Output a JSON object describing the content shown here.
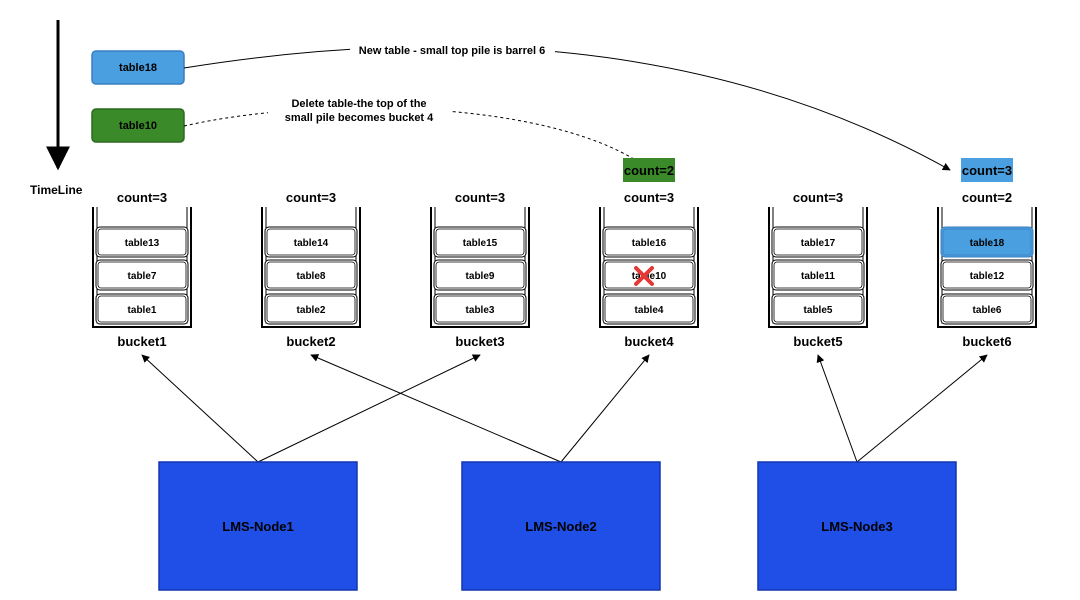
{
  "timeline": {
    "label": "TimeLine"
  },
  "incoming": [
    {
      "label": "table18",
      "color": "#4A9FE0",
      "text_color": "#ffffff"
    },
    {
      "label": "table10",
      "color": "#3A8A2A",
      "text_color": "#000000"
    }
  ],
  "annotations": {
    "new_table": "New table - small top pile is barrel 6",
    "delete_table_line1": "Delete table-the top of the",
    "delete_table_line2": "small pile becomes bucket 4"
  },
  "badges": [
    {
      "text": "count=2",
      "bucket": 3,
      "color": "#3A8A2A",
      "text_color": "#000000"
    },
    {
      "text": "count=3",
      "bucket": 5,
      "color": "#4A9FE0",
      "text_color": "#ffffff"
    }
  ],
  "buckets": [
    {
      "name": "bucket1",
      "count": "count=3",
      "tables": [
        "table13",
        "table7",
        "table1"
      ]
    },
    {
      "name": "bucket2",
      "count": "count=3",
      "tables": [
        "table14",
        "table8",
        "table2"
      ]
    },
    {
      "name": "bucket3",
      "count": "count=3",
      "tables": [
        "table15",
        "table9",
        "table3"
      ]
    },
    {
      "name": "bucket4",
      "count": "count=3",
      "tables": [
        "table16",
        "table10",
        "table4"
      ],
      "deleted": 1
    },
    {
      "name": "bucket5",
      "count": "count=3",
      "tables": [
        "table17",
        "table11",
        "table5"
      ]
    },
    {
      "name": "bucket6",
      "count": "count=2",
      "tables": [
        "table18",
        "table12",
        "table6"
      ],
      "highlighted": 0
    }
  ],
  "nodes": [
    {
      "name": "LMS-Node1",
      "targets": [
        0,
        2
      ]
    },
    {
      "name": "LMS-Node2",
      "targets": [
        1,
        3
      ]
    },
    {
      "name": "LMS-Node3",
      "targets": [
        4,
        5
      ]
    }
  ],
  "colors": {
    "node_fill": "#1F4FE6",
    "node_border": "#1437B0",
    "delete_mark": "#E53935",
    "highlight": "#4A9FE0"
  }
}
